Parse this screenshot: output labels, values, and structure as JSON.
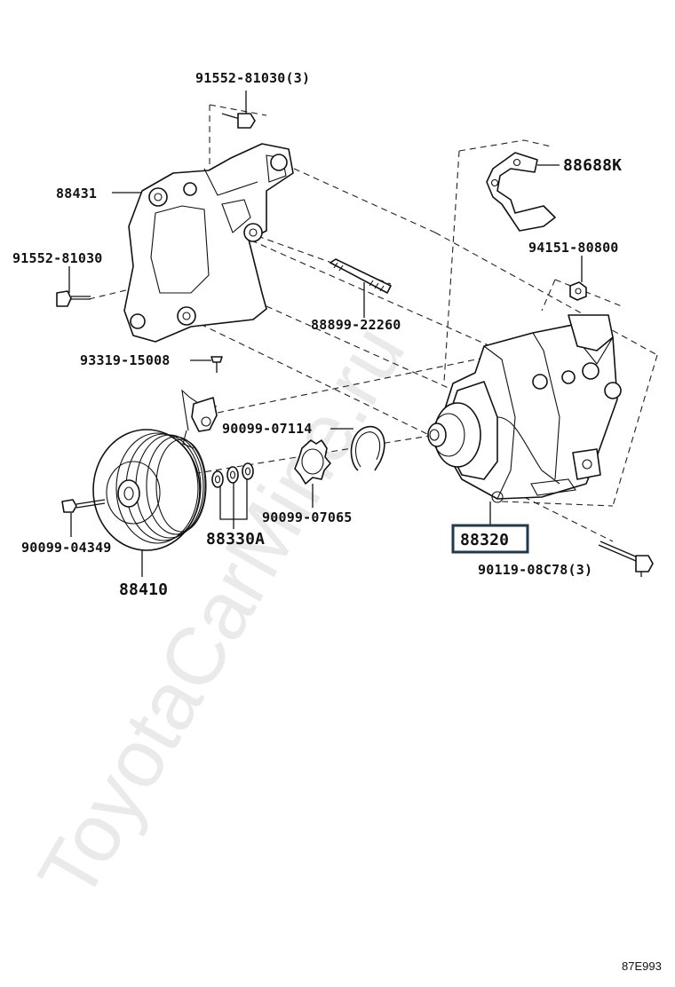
{
  "watermark": "ToyotaCarMine.ru",
  "diagram_code": "87E993",
  "callouts": {
    "bolt_top": "91552-81030(3)",
    "bracket": "88431",
    "bolt_left": "91552-81030",
    "stud": "88899-22260",
    "screw": "93319-15008",
    "ring_large": "90099-07114",
    "snap_ring": "90099-07065",
    "shims": "88330A",
    "pulley_bolt": "90099-04349",
    "pulley": "88410",
    "compressor": "88320",
    "mount_bolts": "90119-08C78(3)",
    "bracket_small": "88688K",
    "nut": "94151-80800"
  }
}
